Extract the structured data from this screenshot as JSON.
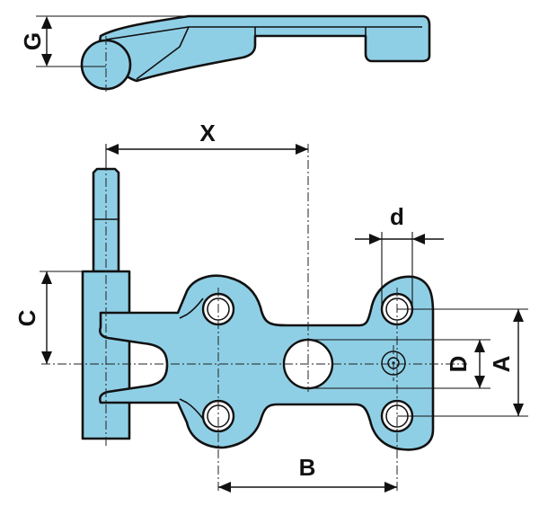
{
  "labels": {
    "x": "X",
    "g": "G",
    "c": "C",
    "d_small": "d",
    "d_big": "D",
    "a": "A",
    "b": "B"
  },
  "colors": {
    "part_fill": "#8fcfe6",
    "outline": "#111111",
    "background": "#ffffff"
  }
}
